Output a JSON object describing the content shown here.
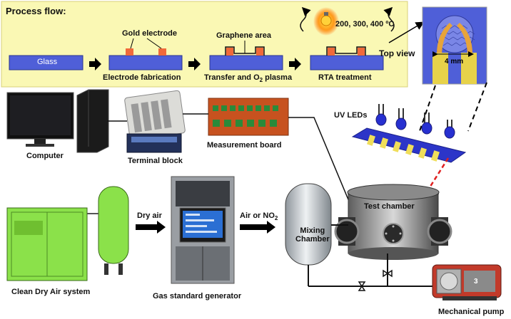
{
  "process": {
    "title": "Process flow:",
    "steps": {
      "glass": "Glass",
      "electrode_label": "Gold electrode",
      "electrode_caption": "Electrode fabrication",
      "graphene_label": "Graphene area",
      "transfer_caption": "Transfer and  O",
      "transfer_sub": "2",
      "transfer_tail": " plasma",
      "temps": "200, 300, 400 ºC",
      "rta_caption": "RTA treatment"
    },
    "top_view": {
      "label": "Top view",
      "dimension": "4 mm"
    }
  },
  "system": {
    "computer": "Computer",
    "terminal_block": "Terminal block",
    "measurement_board": "Measurement board",
    "uv_leds": "UV LEDs",
    "test_chamber": "Test chamber",
    "dry_air": "Dry air",
    "air_or_no2": "Air or NO",
    "air_or_no2_sub": "2",
    "mixing_line1": "Mixing",
    "mixing_line2": "Chamber",
    "clean_dry_air": "Clean Dry Air system",
    "gas_generator": "Gas standard generator",
    "mechanical_pump": "Mechanical pump",
    "pump_mark": "3"
  },
  "colors": {
    "panel_bg": "#FAF8B4",
    "glass": "#4F5FD8",
    "gold": "#F06A3A",
    "pad": "#E7D24A",
    "led": "#2C35C8",
    "laser": "#E02020",
    "compressor": "#8BE14A"
  }
}
